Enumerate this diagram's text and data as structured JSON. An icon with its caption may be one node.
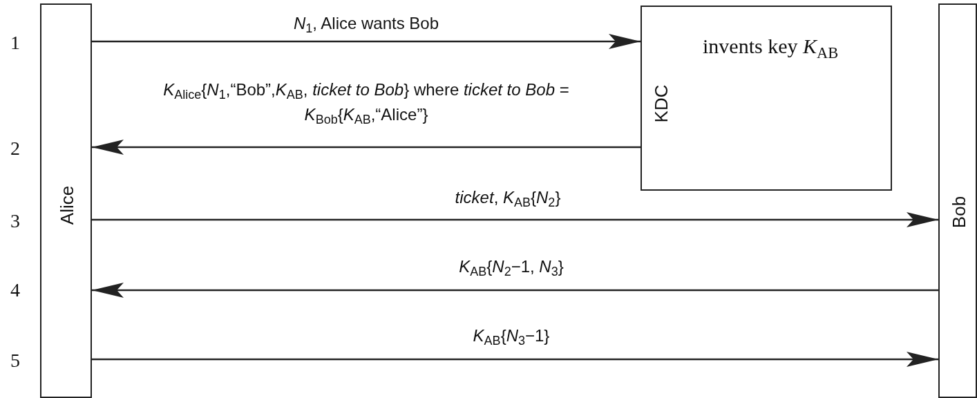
{
  "diagram": {
    "nodes": [
      {
        "text": [
          "Alice"
        ]
      },
      {
        "text": [
          "KDC",
          "invents key *K*$_{AB}$"
        ]
      },
      {
        "text": [
          "Bob"
        ]
      }
    ],
    "edges": [
      {
        "from": 0,
        "to": 1,
        "arrow": "to",
        "label": "*N*$_{1}$, Alice wants Bob"
      },
      {
        "from": 1,
        "to": 0,
        "arrow": "to",
        "label": "*K*$_{Alice}${*N*$_{1}$,“Bob”,*K*$_{AB}$, *ticket to Bob*} where *ticket to Bob* = *K*$_{Bob}${*K*$_{AB}$,“Alice”}"
      },
      {
        "from": 0,
        "to": 2,
        "arrow": "to",
        "label": "*ticket*, *K*$_{AB}${*N*$_{2}$}"
      },
      {
        "from": 2,
        "to": 0,
        "arrow": "to",
        "label": "*K*$_{AB}${*N*$_{2}$−1, *N*$_{3}$}"
      },
      {
        "from": 0,
        "to": 2,
        "arrow": "to",
        "label": "*K*$_{AB}${*N*$_{3}$−1}"
      }
    ],
    "labels": [
      "1",
      "2",
      "3",
      "4",
      "5"
    ]
  }
}
